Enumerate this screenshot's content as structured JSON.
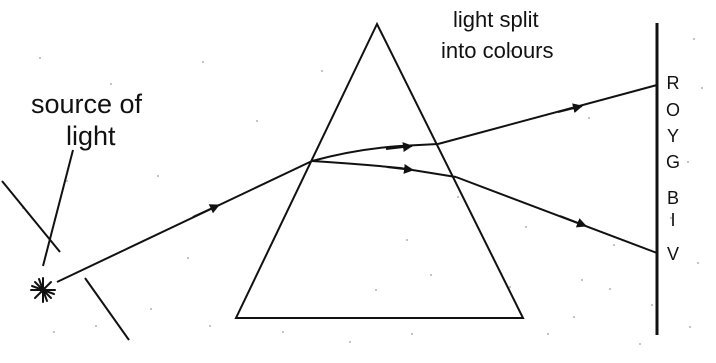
{
  "labels": {
    "source": [
      "source of",
      "light"
    ],
    "split": [
      "light split",
      "into colours"
    ]
  },
  "spectrum": [
    "R",
    "O",
    "Y",
    "G",
    "B",
    "I",
    "V"
  ],
  "colors": {
    "ink": "#111111",
    "background": "#ffffff"
  }
}
